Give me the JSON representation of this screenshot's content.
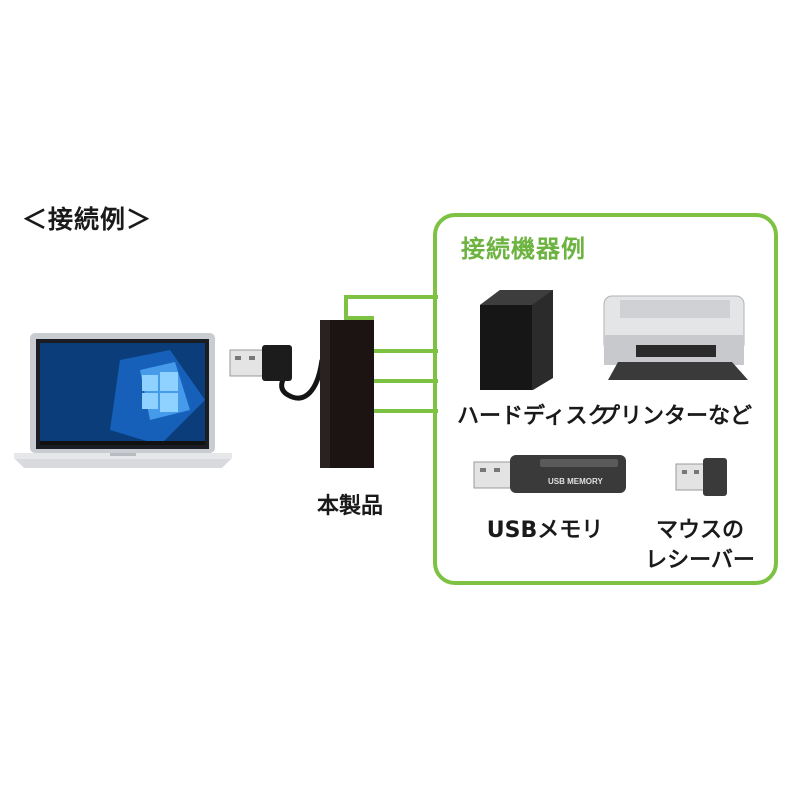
{
  "heading": "＜接続例＞",
  "product_label": "本製品",
  "box": {
    "title": "接続機器例",
    "devices": [
      {
        "label": "ハードディスク"
      },
      {
        "label": "プリンターなど"
      },
      {
        "label": "USBメモリ"
      },
      {
        "label_line1": "マウスの",
        "label_line2": "レシーバー"
      }
    ],
    "usb_stick_text": "USB MEMORY"
  },
  "colors": {
    "accent_green": "#7dc242",
    "product_body": "#1b1412"
  }
}
